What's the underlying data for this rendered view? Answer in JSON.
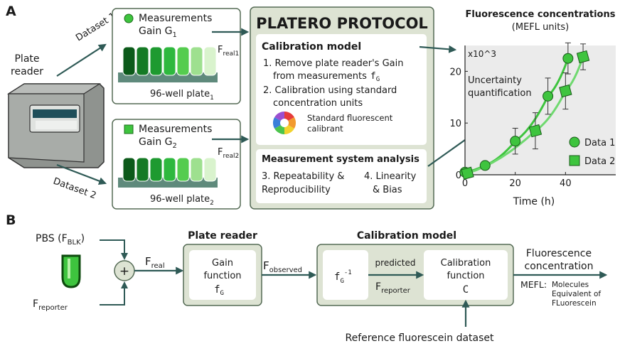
{
  "panelA": {
    "letter": "A",
    "device_label_1": "Plate",
    "device_label_2": "reader",
    "dataset1": "Dataset 1",
    "dataset2": "Dataset 2",
    "box1": {
      "line1": "Measurements",
      "line2_pre": "Gain G",
      "line2_sub": "1",
      "plate_pre": "96-well plate",
      "plate_sub": "1",
      "f_label": "F",
      "f_sub": "real1"
    },
    "box2": {
      "line1": "Measurements",
      "line2_pre": "Gain G",
      "line2_sub": "2",
      "plate_pre": "96-well plate",
      "plate_sub": "2",
      "f_label": "F",
      "f_sub": "real2"
    },
    "protocol": {
      "title": "PLATERO PROTOCOL",
      "calib_title": "Calibration model",
      "step1a": "1. Remove plate reader's Gain",
      "step1b": "from measurements",
      "step1_f": "f",
      "step1_fsub": "G",
      "step2a": "2. Calibration using standard",
      "step2b": "concentration units",
      "calibrant1": "Standard fluorescent",
      "calibrant2": "calibrant",
      "msa_title": "Measurement system analysis",
      "step3a": "3. Repeatability &",
      "step3b": "Reproducibility",
      "step4a": "4. Linearity",
      "step4b": "& Bias"
    },
    "chart_title": "Fluorescence concentrations",
    "chart_subtitle": "(MEFL units)",
    "annotation1": "Uncertainty",
    "annotation2": "quantification"
  },
  "chart_data": {
    "type": "line",
    "title": "Fluorescence concentrations",
    "subtitle": "(MEFL units)",
    "xlabel": "Time (h)",
    "ylabel": "",
    "y_multiplier_label": "x10^3",
    "xlim": [
      0,
      60
    ],
    "ylim": [
      0,
      25
    ],
    "xticks": [
      0,
      20,
      40
    ],
    "yticks": [
      0,
      10,
      20
    ],
    "grid": false,
    "legend": "bottom-right",
    "series": [
      {
        "name": "Data 1",
        "marker": "circle",
        "x": [
          0,
          8,
          20,
          33,
          41
        ],
        "y": [
          0.5,
          1.8,
          6.5,
          15.2,
          22.5
        ],
        "err": [
          0,
          0,
          2.5,
          3.5,
          3.0
        ],
        "color": "#3ec43e"
      },
      {
        "name": "Data 2",
        "marker": "square",
        "x": [
          1,
          28,
          40,
          47
        ],
        "y": [
          0.3,
          8.5,
          16.2,
          22.8
        ],
        "err": [
          0,
          3.5,
          3.5,
          2.5
        ],
        "color": "#3ec43e"
      }
    ]
  },
  "panelB": {
    "letter": "B",
    "pbs_label": "PBS (F",
    "pbs_sub": "BLK",
    "pbs_close": ")",
    "reporter_label": "F",
    "reporter_sub": "reporter",
    "plus": "+",
    "freal": "F",
    "freal_sub": "real",
    "plate_reader_title": "Plate reader",
    "gain1": "Gain",
    "gain2": "function",
    "gain_f": "f",
    "gain_fsub": "G",
    "fobs": "F",
    "fobs_sub": "observed",
    "calib_model_title": "Calibration model",
    "finv": "f",
    "finv_sub": "G",
    "finv_sup": "-1",
    "predicted": "predicted",
    "freporter": "F",
    "freporter_sub": "reporter",
    "calfun1": "Calibration",
    "calfun2": "function",
    "calfun_c": "C",
    "output1": "Fluorescence",
    "output2": "concentration",
    "mefl": "MEFL:",
    "mefl_d1": "Molecules",
    "mefl_d2": "Equivalent of",
    "mefl_d3": "FLuorescein",
    "reference": "Reference fluorescein dataset"
  },
  "colors": {
    "panel_fill": "#dde3d3",
    "panel_stroke": "#556b55",
    "arrow": "#2f5a56",
    "green": "#3ec43e",
    "dark_green": "#1e8a2e"
  }
}
